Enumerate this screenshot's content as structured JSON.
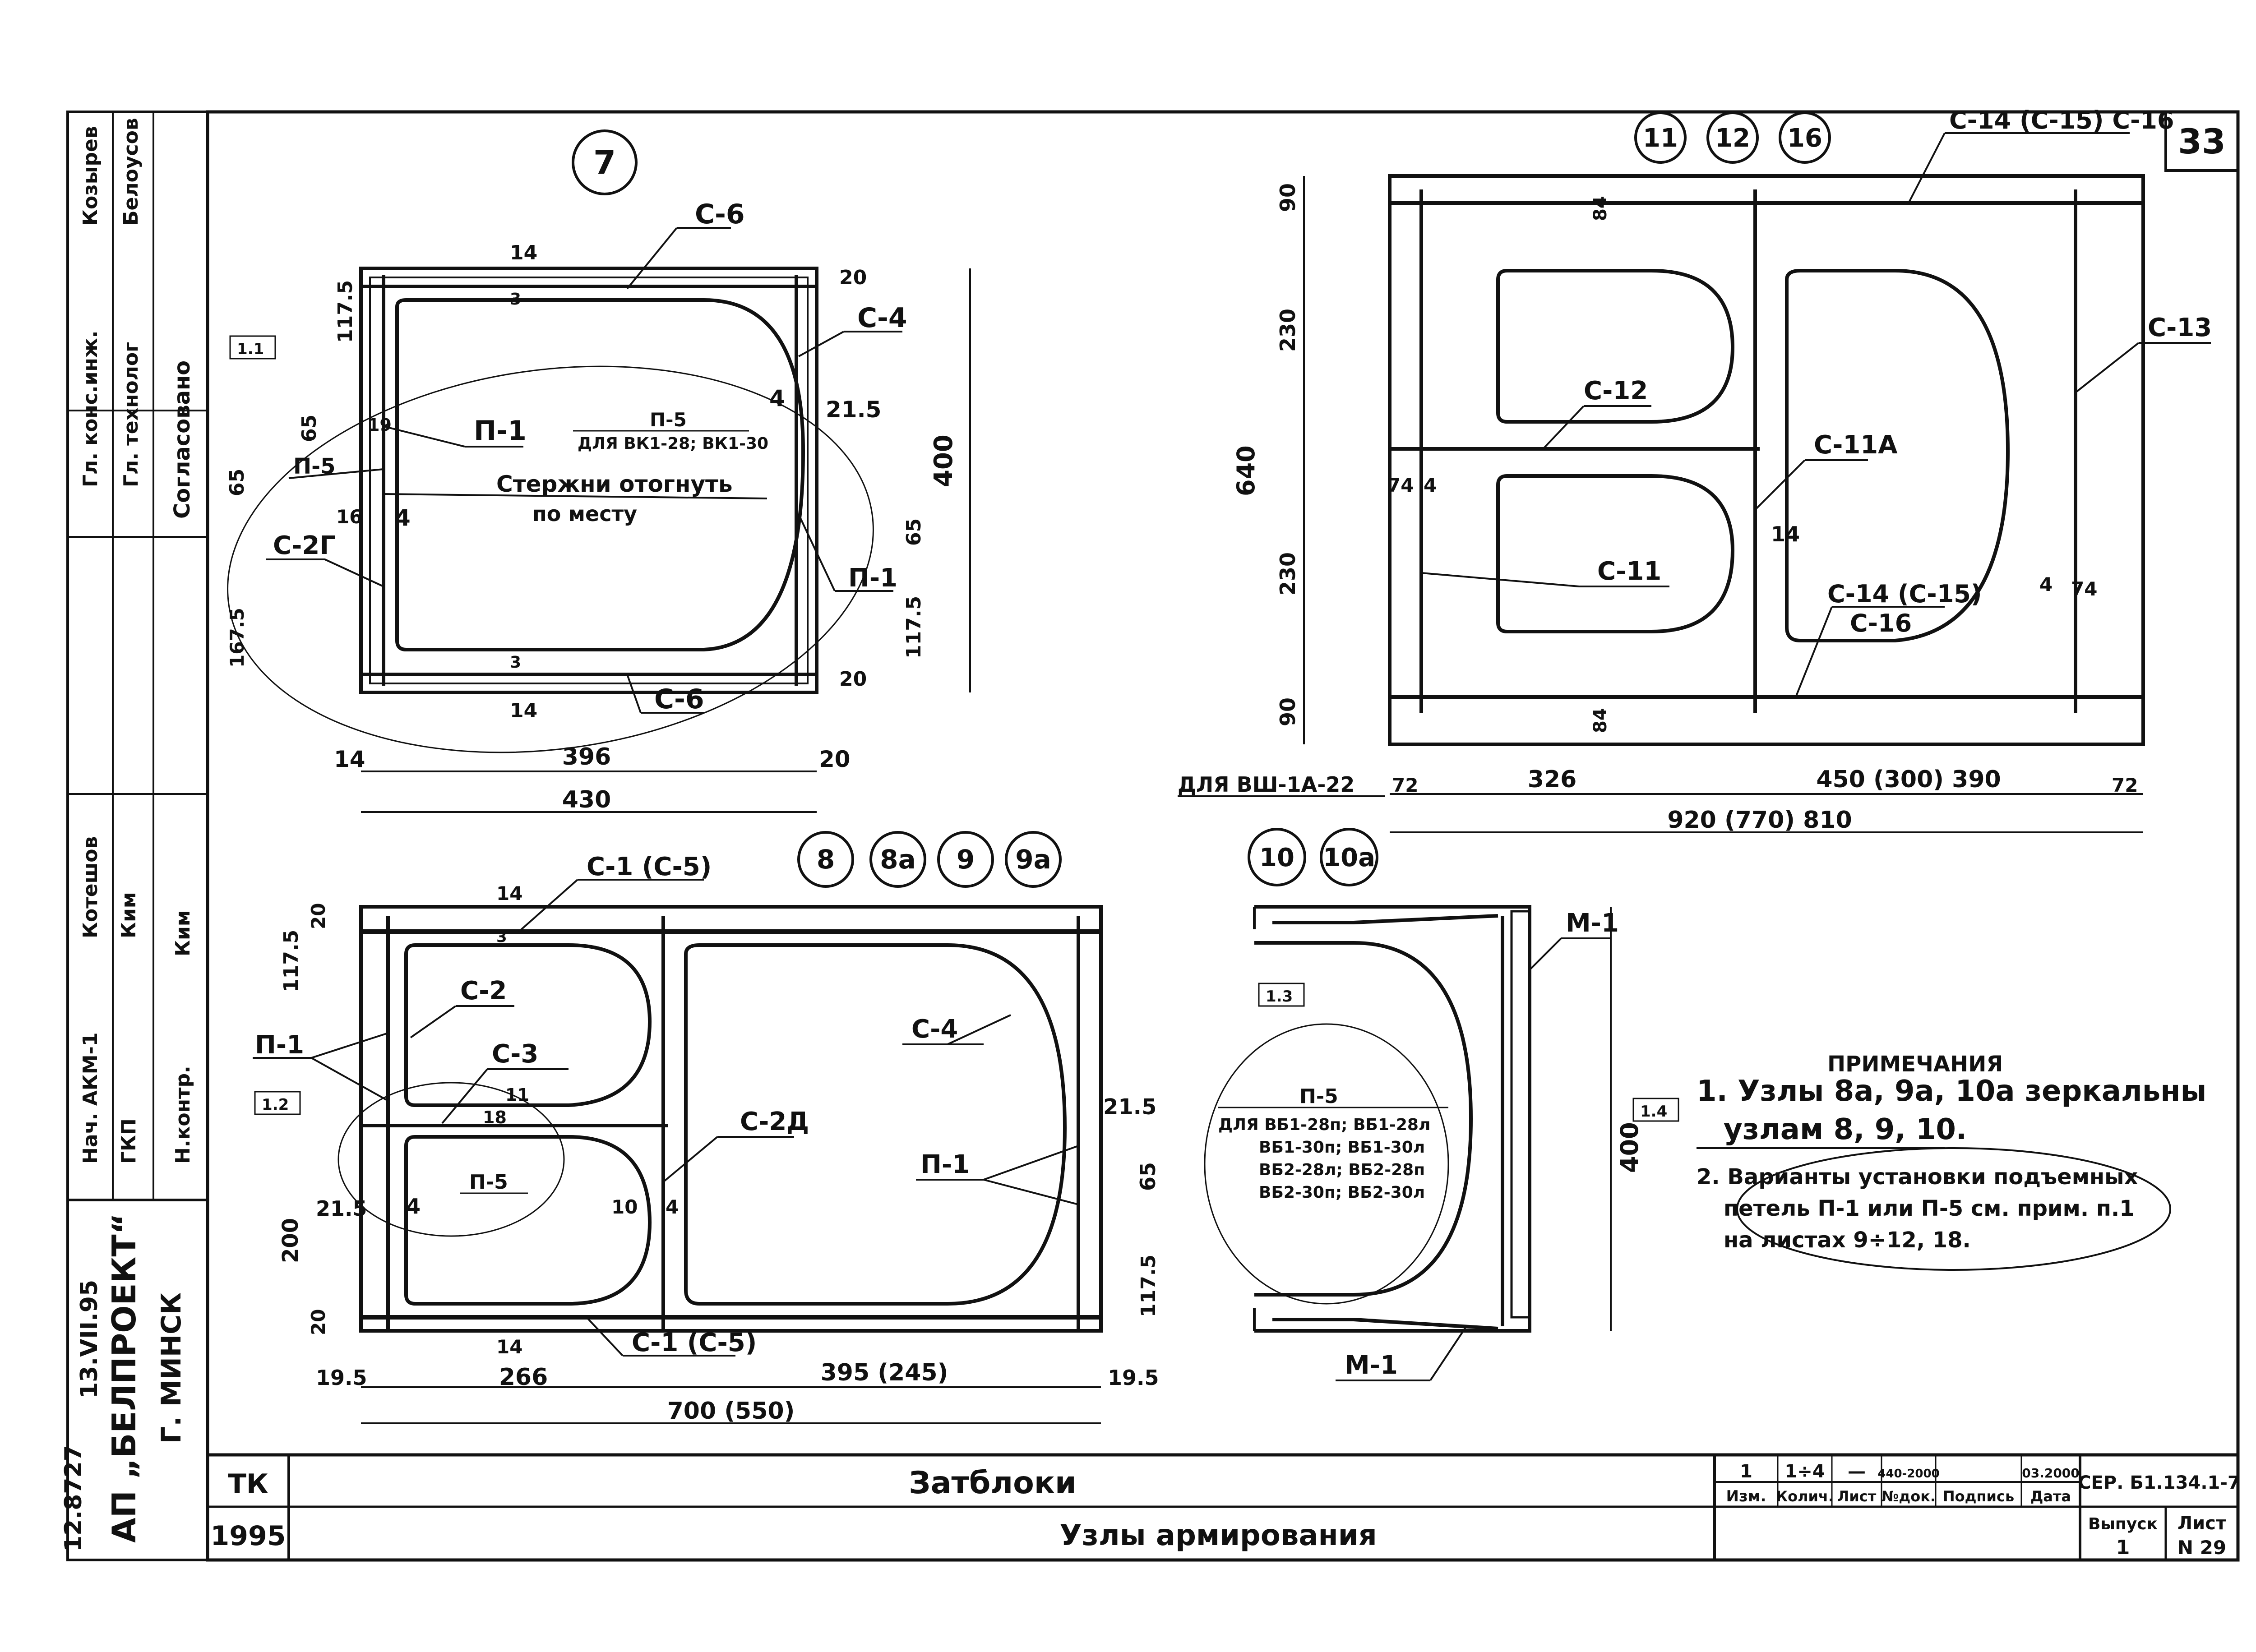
{
  "sheet_number": "33",
  "side_stamp": {
    "rows": [
      {
        "role": "Н.контр.",
        "name": "Ким"
      },
      {
        "role": "ГКП",
        "name": "Ким"
      },
      {
        "role": "Нач. АКМ-1",
        "name": "Котешов"
      },
      {
        "role": "Гл. технолог",
        "name": "Белоусов"
      },
      {
        "role": "Гл. конс.инж.",
        "name": "Козырев"
      }
    ],
    "agreed": "Согласовано",
    "org": "АП „БЕЛПРОЕКТ“",
    "city": "Г. МИНСК",
    "inventory": "12.8727",
    "date": "13.VII.95"
  },
  "node_7": {
    "label": "7",
    "callouts": [
      "С-6",
      "С-4",
      "П-1",
      "П-5",
      "С-2Г",
      "П-1",
      "С-6"
    ],
    "p5_note": "П-5",
    "p5_sub": "ДЛЯ ВК1-28; ВК1-30",
    "bend_note_1": "Стержни отогнуть",
    "bend_note_2": "по месту",
    "tag": "1.1",
    "dims": {
      "d_14": "14",
      "d_20": "20",
      "d_1175": "117.5",
      "d_65": "65",
      "d_400": "400",
      "d_215": "21.5",
      "d_1675": "167.5",
      "d_19": "19",
      "d_16": "16",
      "d_4": "4",
      "d_3": "3",
      "d_396": "396",
      "d_430": "430"
    }
  },
  "node_11": {
    "labels": [
      "11",
      "12",
      "16"
    ],
    "callouts": [
      "С-14 (С-15) С-16",
      "С-13",
      "С-12",
      "С-11А",
      "С-11",
      "С-14 (С-15)",
      "С-16"
    ],
    "dims": {
      "d_90": "90",
      "d_230": "230",
      "d_640": "640",
      "d_84": "84",
      "d_4": "4",
      "d_14": "14",
      "d_74": "74",
      "d_72": "72",
      "d_326": "326",
      "d_450": "450 (300) 390",
      "d_920": "920 (770) 810"
    },
    "for_note": "ДЛЯ ВШ-1А-22"
  },
  "node_8": {
    "labels": [
      "8",
      "8а",
      "9",
      "9а"
    ],
    "callouts": [
      "С-1 (С-5)",
      "С-2",
      "С-3",
      "П-1",
      "С-2Д",
      "С-4",
      "П-1",
      "С-1 (С-5)",
      "П-5"
    ],
    "tag": "1.2",
    "dims": {
      "d_14": "14",
      "d_20": "20",
      "d_1175": "117.5",
      "d_200": "200",
      "d_215": "21.5",
      "d_195": "19.5",
      "d_266": "266",
      "d_395": "395 (245)",
      "d_700": "700 (550)",
      "d_18": "18",
      "d_11": "11",
      "d_10": "10",
      "d_4": "4",
      "d_3": "3"
    }
  },
  "node_10": {
    "labels": [
      "10",
      "10а"
    ],
    "callouts": [
      "М-1",
      "М-1"
    ],
    "tag": "1.3",
    "p5_title": "П-5",
    "p5_lines": [
      "ДЛЯ ВБ1-28п; ВБ1-28л",
      "ВБ1-30п; ВБ1-30л",
      "ВБ2-28л; ВБ2-28п",
      "ВБ2-30п; ВБ2-30л"
    ],
    "dims": {
      "d_400": "400",
      "d_215": "21.5",
      "d_65": "65",
      "d_1175": "117.5"
    }
  },
  "notes": {
    "title": "ПРИМЕЧАНИЯ",
    "tag": "1.4",
    "n1a": "1. Узлы 8а, 9а, 10а зеркальны",
    "n1b": "узлам 8, 9, 10.",
    "n2a": "2. Варианты установки подъемных",
    "n2b": "петель П-1 или П-5 см. прим. п.1",
    "n2c": "на листах 9÷12, 18."
  },
  "title_block": {
    "org_code": "ТК",
    "year": "1995",
    "object": "Затблоки",
    "drawing": "Узлы армирования",
    "rev_values": [
      "1",
      "1÷4",
      "—",
      "440-2000",
      "",
      "03.2000"
    ],
    "rev_headers": [
      "Изм.",
      "Колич.",
      "Лист",
      "№док.",
      "Подпись",
      "Дата"
    ],
    "series": "СЕР. Б1.134.1-7",
    "issue_label": "Выпуск",
    "issue": "1",
    "sheet_label": "Лист",
    "sheet": "N 29"
  }
}
